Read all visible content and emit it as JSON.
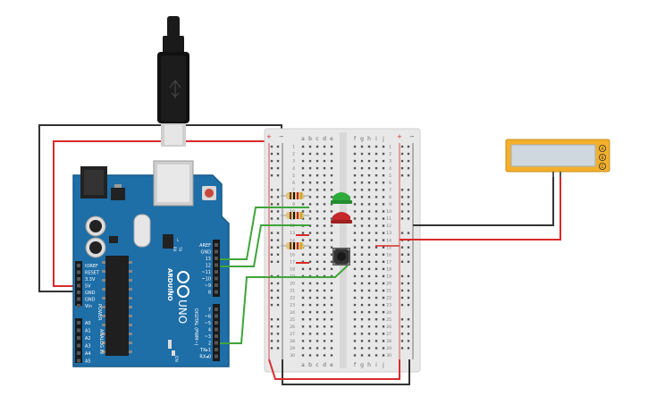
{
  "arduino": {
    "brand": "ARDUINO",
    "model": "UNO",
    "power_header": "POWER",
    "digital_header": "DIGITAL (PWM~)",
    "analog_header": "ANALOG IN",
    "on_label": "ON",
    "tx_label": "TX",
    "rx_label": "RX",
    "l_label": "L",
    "power_pins": [
      "IOREF",
      "RESET",
      "3.3V",
      "5V",
      "GND",
      "GND",
      "Vin"
    ],
    "analog_pins": [
      "A0",
      "A1",
      "A2",
      "A3",
      "A4",
      "A5"
    ],
    "top_pins": [
      "AREF",
      "GND",
      "13",
      "12",
      "~11",
      "~10",
      "~9",
      "8"
    ],
    "bottom_pins": [
      "7",
      "~6",
      "~5",
      "4",
      "~3",
      "2",
      "TX▸1",
      "RX◂0"
    ]
  },
  "breadboard": {
    "columns_left": [
      "a",
      "b",
      "c",
      "d",
      "e"
    ],
    "columns_right": [
      "f",
      "g",
      "h",
      "i",
      "j"
    ],
    "rows": [
      "1",
      "2",
      "3",
      "4",
      "5",
      "6",
      "7",
      "8",
      "9",
      "10",
      "11",
      "12",
      "13",
      "14",
      "15",
      "16",
      "17",
      "18",
      "19",
      "20",
      "21",
      "22",
      "23",
      "24",
      "25",
      "26",
      "27",
      "28",
      "29",
      "30"
    ],
    "rail_plus": "+",
    "rail_minus": "−"
  },
  "display": {
    "button_labels": [
      "A",
      "B",
      "C"
    ]
  },
  "colors": {
    "arduino_board": "#1e6ea7",
    "wire_red": "#d92b2b",
    "wire_black": "#333333",
    "wire_green": "#3fa53a",
    "led_green": "#2eaa3c",
    "led_red": "#c4282a",
    "display_frame": "#f4b02b"
  },
  "icons": {
    "usb_cable": "usb-cable-icon",
    "reset_button": "reset-button-icon",
    "push_button": "push-button-icon"
  }
}
